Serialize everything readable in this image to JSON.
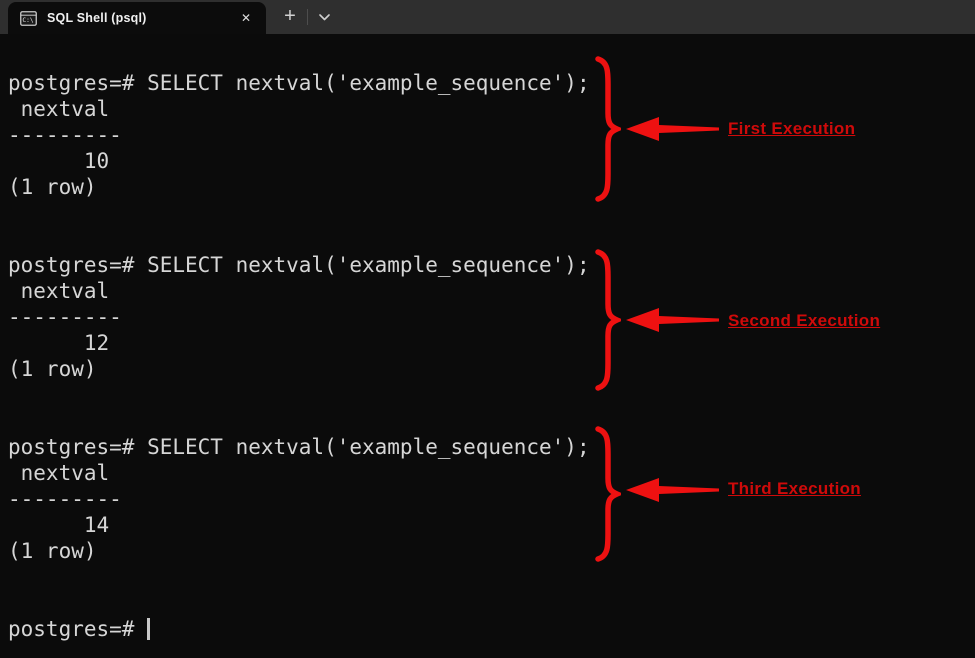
{
  "tabbar": {
    "tab": {
      "icon": "command-prompt-icon",
      "icon_text": "C:\\",
      "title": "SQL Shell (psql)",
      "close_label": "✕"
    },
    "new_tab_label": "+",
    "dropdown_icon": "chevron-down-icon"
  },
  "terminal": {
    "lines": [
      "",
      "postgres=# SELECT nextval('example_sequence');",
      " nextval",
      "---------",
      "      10",
      "(1 row)",
      "",
      "",
      "postgres=# SELECT nextval('example_sequence');",
      " nextval",
      "---------",
      "      12",
      "(1 row)",
      "",
      "",
      "postgres=# SELECT nextval('example_sequence');",
      " nextval",
      "---------",
      "      14",
      "(1 row)",
      "",
      ""
    ],
    "prompt_line": "postgres=# ",
    "query_results": [
      10,
      12,
      14
    ]
  },
  "annotations": [
    {
      "label": "First Execution"
    },
    {
      "label": "Second Execution"
    },
    {
      "label": "Third Execution"
    }
  ],
  "colors": {
    "tabbar_bg": "#2f2f2f",
    "tab_bg": "#0c0c0c",
    "terminal_bg": "#0b0b0b",
    "terminal_text": "#d6d6d6",
    "annotation_shape_red": "#ee1111",
    "annotation_label_red": "#cf0a0a"
  }
}
